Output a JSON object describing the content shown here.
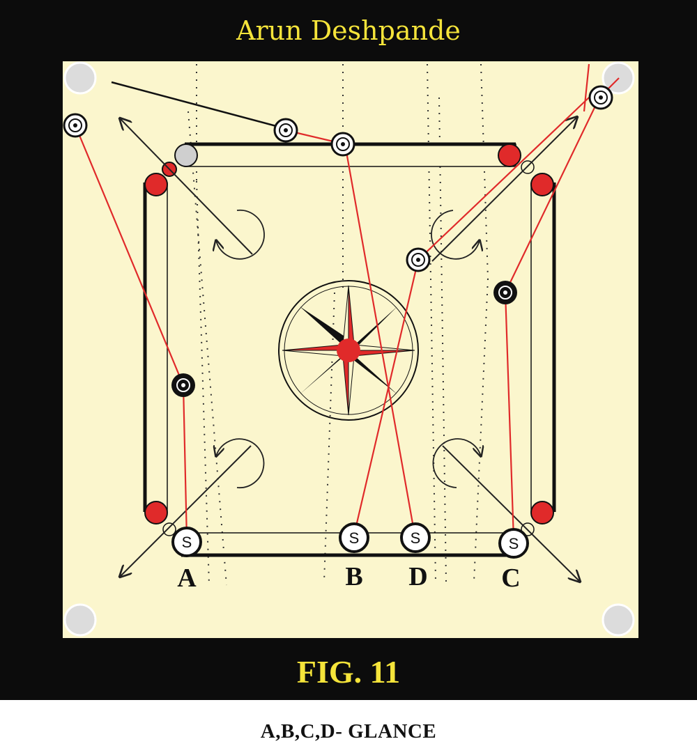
{
  "header": {
    "author": "Arun Deshpande"
  },
  "figure": {
    "label": "FIG. 11"
  },
  "caption": "A,B,C,D- GLANCE",
  "colors": {
    "frame": "#0c0c0c",
    "board": "#fbf6cd",
    "red": "#e02a2a",
    "title_yellow": "#f5e43a",
    "pocket": "#dcdcdc"
  },
  "strikers": [
    {
      "id": "A",
      "symbol": "S",
      "label": "A"
    },
    {
      "id": "B",
      "symbol": "S",
      "label": "B"
    },
    {
      "id": "D",
      "symbol": "S",
      "label": "D"
    },
    {
      "id": "C",
      "symbol": "S",
      "label": "C"
    }
  ],
  "icons": {
    "pocket": "pocket-icon",
    "coin": "coin-icon",
    "queen": "queen-icon",
    "striker": "striker-icon",
    "center_star": "compass-star-icon",
    "rotation_arrow": "curved-arrow-icon"
  }
}
